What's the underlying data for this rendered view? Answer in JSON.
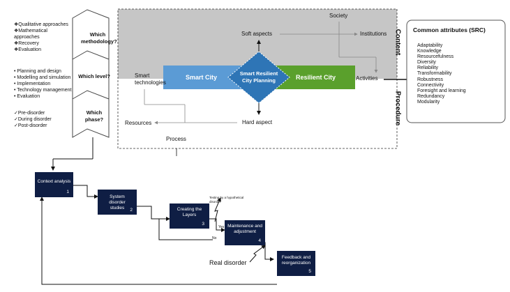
{
  "methodology": {
    "question": "Which methodology?",
    "items": [
      "❖Qualitative approaches",
      "❖Mathematical approaches",
      "❖Recovery",
      "❖Evaluation"
    ]
  },
  "level": {
    "question": "Which level?",
    "items": [
      "• Planning and design",
      "• Modelling and simulation",
      "• Implementation",
      "• Technology management",
      "• Evaluation"
    ]
  },
  "phase": {
    "question": "Which phase?",
    "items": [
      "✓Pre-disorder",
      "✓During disorder",
      "✓Post-disorder"
    ]
  },
  "panel": {
    "society": "Society",
    "soft_aspects": "Soft aspects",
    "institutions": "Institutions",
    "content": "Content",
    "procedure": "Procedure",
    "smart_technologies": "Smart technologies",
    "smart_city": "Smart City",
    "srcp": "Smart Resilient City Planning",
    "resilient_city": "Resilient City",
    "activities": "Activities",
    "resources": "Resources",
    "hard_aspect": "Hard aspect",
    "process": "Process"
  },
  "attributes": {
    "title": "Common attributes (SRC)",
    "items": [
      "Adaptability",
      "Knowledge",
      "Resourcefulness",
      "Diversity",
      "Reliability",
      "Transformability",
      "Robustness",
      "Connectivity",
      "Foresight and learning",
      "Redundancy",
      "Modularity"
    ]
  },
  "process_flow": {
    "boxes": [
      {
        "label": "Context analysis",
        "num": "1"
      },
      {
        "label": "System disorder studies",
        "num": "2"
      },
      {
        "label": "Creating the Layers",
        "num": "3"
      },
      {
        "label": "Maintenance and adjustment",
        "num": "4"
      },
      {
        "label": "Feedback and reorganization",
        "num": "5"
      }
    ],
    "testing": "Testing by a hypothetical disorder",
    "yes": "Yes",
    "no": "No",
    "real_disorder": "Real disorder"
  },
  "colors": {
    "panel_gray": "#c6c6c6",
    "smart_city_blue": "#5b9bd5",
    "resilient_green": "#5aa02c",
    "diamond_blue": "#2e75b6",
    "box_navy": "#0f1e44"
  }
}
